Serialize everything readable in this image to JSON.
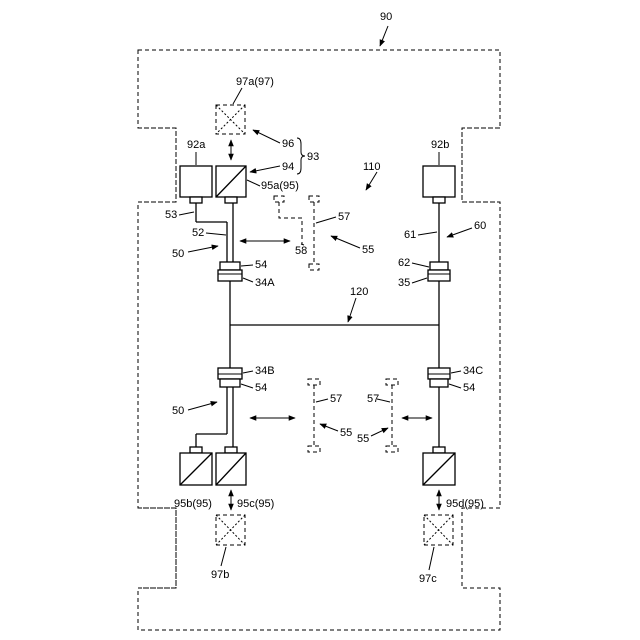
{
  "labels": {
    "l90": "90",
    "l110": "110",
    "l120": "120",
    "l97a": "97a(97)",
    "l92a": "92a",
    "l96": "96",
    "l94": "94",
    "l93": "93",
    "l95a": "95a(95)",
    "l53": "53",
    "l52": "52",
    "l50_top": "50",
    "l54_a": "54",
    "l34A": "34A",
    "l57_top": "57",
    "l58": "58",
    "l55_top": "55",
    "l92b": "92b",
    "l61": "61",
    "l60": "60",
    "l62": "62",
    "l35": "35",
    "l34B": "34B",
    "l54_b": "54",
    "l50_bot": "50",
    "l57_bl": "57",
    "l55_bl": "55",
    "l57_br": "57",
    "l55_br": "55",
    "l34C": "34C",
    "l54_c": "54",
    "l95b": "95b(95)",
    "l95c": "95c(95)",
    "l95d": "95d(95)",
    "l97b": "97b",
    "l97c": "97c"
  }
}
